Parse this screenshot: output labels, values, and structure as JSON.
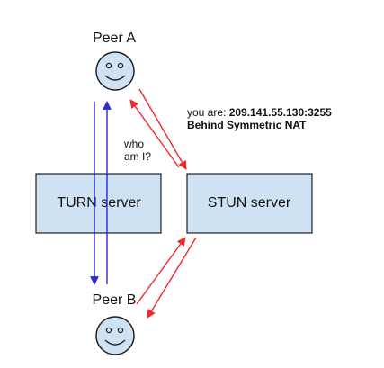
{
  "peer_a": {
    "label": "Peer A"
  },
  "peer_b": {
    "label": "Peer B"
  },
  "turn_server": {
    "label": "TURN server"
  },
  "stun_server": {
    "label": "STUN server"
  },
  "question": {
    "line1": "who",
    "line2": "am I?"
  },
  "response": {
    "prefix": "you are: ",
    "address": "209.141.55.130:3255",
    "nat_note": "Behind Symmetric NAT"
  },
  "colors": {
    "server_fill": "#cfe2f3",
    "server_border": "#222222",
    "face_fill": "#cfe2f3",
    "turn_arrow": "#2d2bd1",
    "stun_arrow": "#f0282c"
  }
}
